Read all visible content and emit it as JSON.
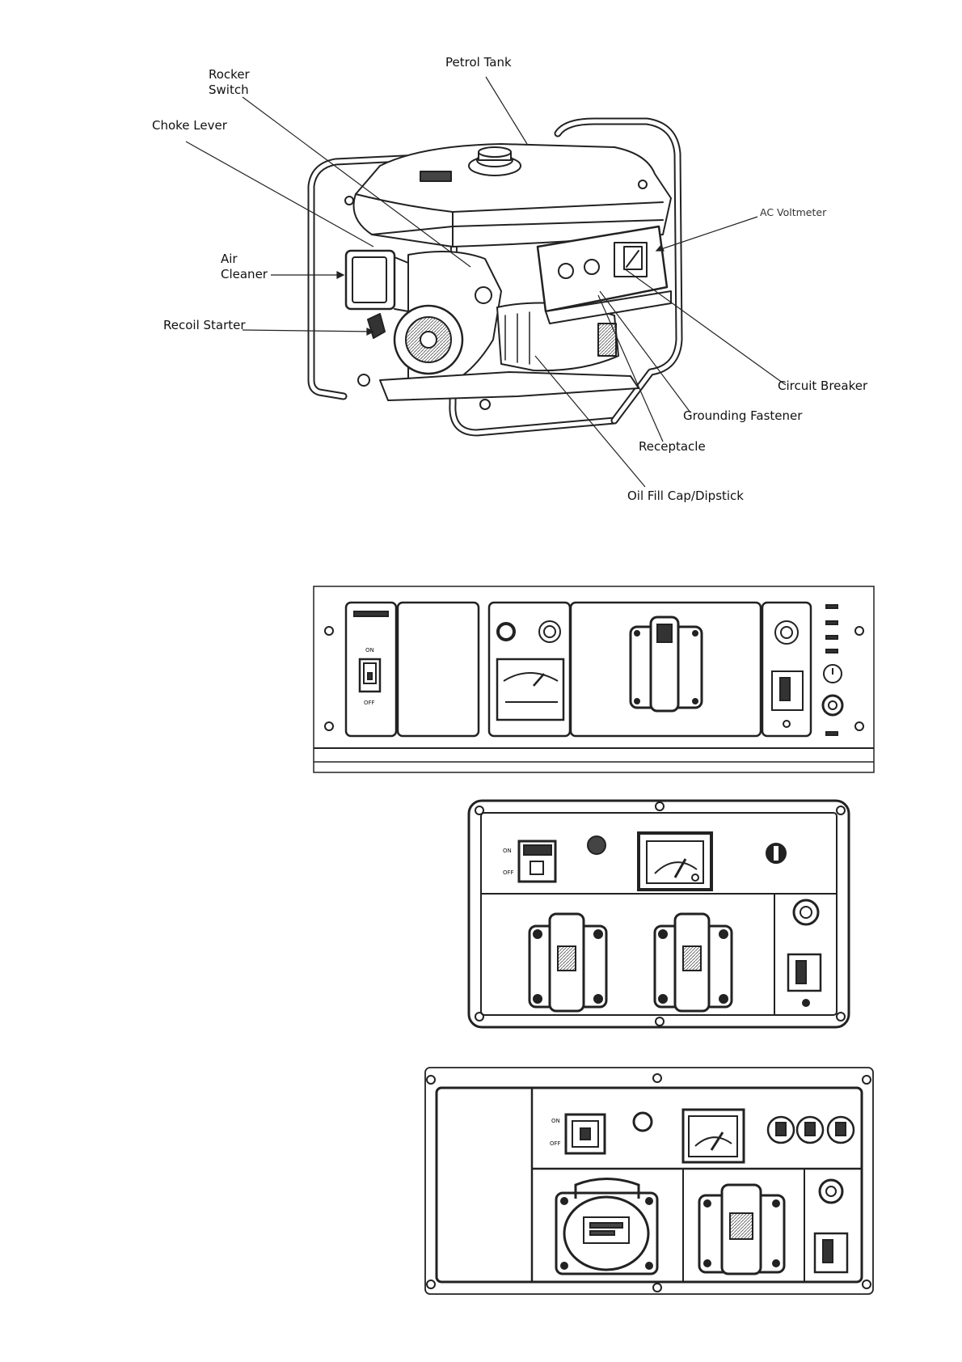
{
  "labels": {
    "rocker_switch": [
      "Rocker",
      "Switch"
    ],
    "petrol_tank": "Petrol Tank",
    "choke_lever": "Choke Lever",
    "air_cleaner": [
      "Air",
      "Cleaner"
    ],
    "recoil_starter": "Recoil Starter",
    "ac_voltmeter": "AC Voltmeter",
    "circuit_breaker": "Circuit Breaker",
    "grounding_fastener": "Grounding Fastener",
    "receptacle": "Receptacle",
    "oil_fill_cap": "Oil Fill Cap/Dipstick"
  },
  "panels": {
    "panel1_switch_marks": [
      "ON",
      "OFF"
    ],
    "panel2_switch_marks": [
      "ON",
      "OFF"
    ],
    "panel3_switch_marks": [
      "ON",
      "OFF"
    ]
  }
}
